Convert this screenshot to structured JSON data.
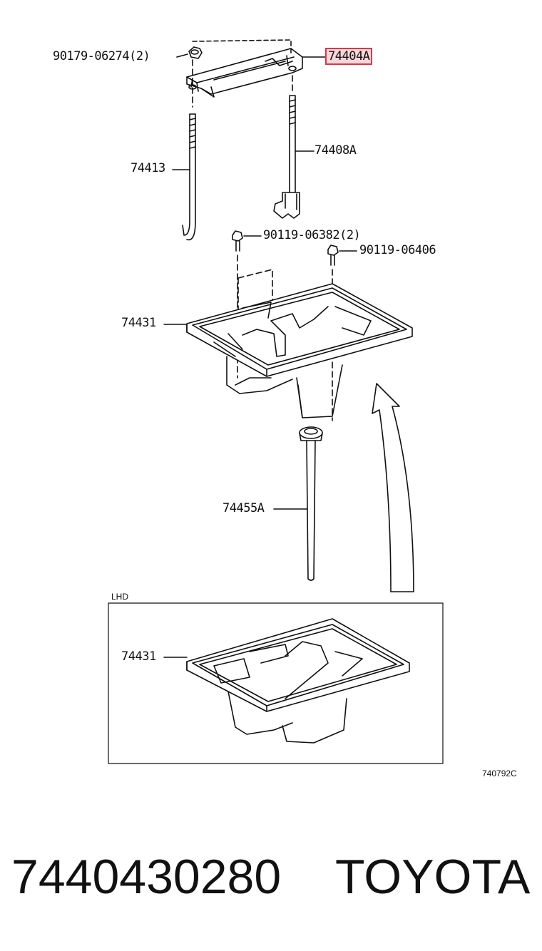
{
  "callouts": {
    "nut": "90179-06274(2)",
    "clamp": "74404A",
    "rod_left": "74413",
    "rod_right": "74408A",
    "bolt_a": "90119-06382(2)",
    "bolt_b": "90119-06406",
    "tray": "74431",
    "tube": "74455A",
    "tray_lhd": "74431"
  },
  "inset_label": "LHD",
  "figure_code": "740792C",
  "part_number": "7440430280",
  "brand": "TOYOTA",
  "colors": {
    "line": "#111111",
    "highlight_border": "#d43a4a",
    "highlight_fill": "#f7d6da"
  }
}
